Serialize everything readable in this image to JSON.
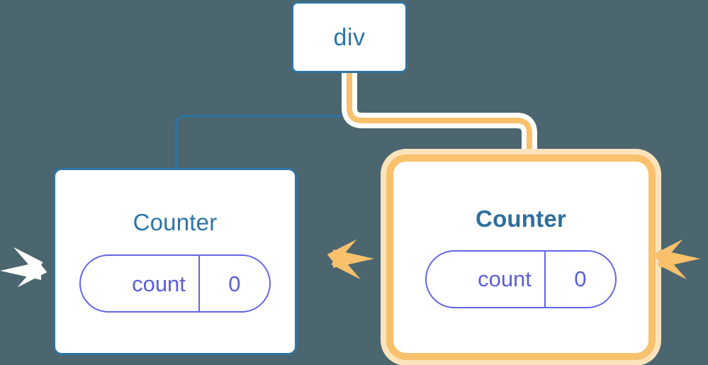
{
  "diagram": {
    "title": "React component tree re-render highlight",
    "background_color": "#4c6670",
    "nodes": [
      {
        "id": "div",
        "label": "div",
        "type": "element-node",
        "highlighted": false,
        "border_color": "#2d75a5"
      },
      {
        "id": "counter-left",
        "label": "Counter",
        "type": "component-node",
        "highlighted": false,
        "border_color": "#2d75a5",
        "state": {
          "key": "count",
          "value": "0"
        }
      },
      {
        "id": "counter-right",
        "label": "Counter",
        "type": "component-node",
        "highlighted": true,
        "border_color": "#f9c16c",
        "glow_color": "#fbe3bc",
        "state": {
          "key": "count",
          "value": "0"
        }
      }
    ],
    "edges": [
      {
        "id": "edge-div-to-left",
        "from": "div",
        "to": "counter-left",
        "color": "#2d75a5",
        "highlighted": false
      },
      {
        "id": "edge-div-to-right",
        "from": "div",
        "to": "counter-right",
        "color": "#f9c16c",
        "outline_color": "#ffffff",
        "highlighted": true
      }
    ],
    "bursts": [
      {
        "id": "burst-left-outer",
        "side": "left",
        "attached_to": "counter-left",
        "color": "#ffffff",
        "rays": 3
      },
      {
        "id": "burst-left-inner",
        "side": "right",
        "attached_to": "counter-left",
        "color": "#f9c16c",
        "rays": 3
      },
      {
        "id": "burst-right-outer",
        "side": "right",
        "attached_to": "counter-right",
        "color": "#f9c16c",
        "rays": 3
      }
    ],
    "colors": {
      "background": "#4c6670",
      "node_blue": "#2d75a5",
      "node_blue_bold": "#2d6f9e",
      "highlight_orange": "#f9c16c",
      "highlight_glow": "#fbe3bc",
      "state_indigo": "#6366e8",
      "state_text": "#5b5fd9",
      "surface": "#ffffff"
    }
  }
}
